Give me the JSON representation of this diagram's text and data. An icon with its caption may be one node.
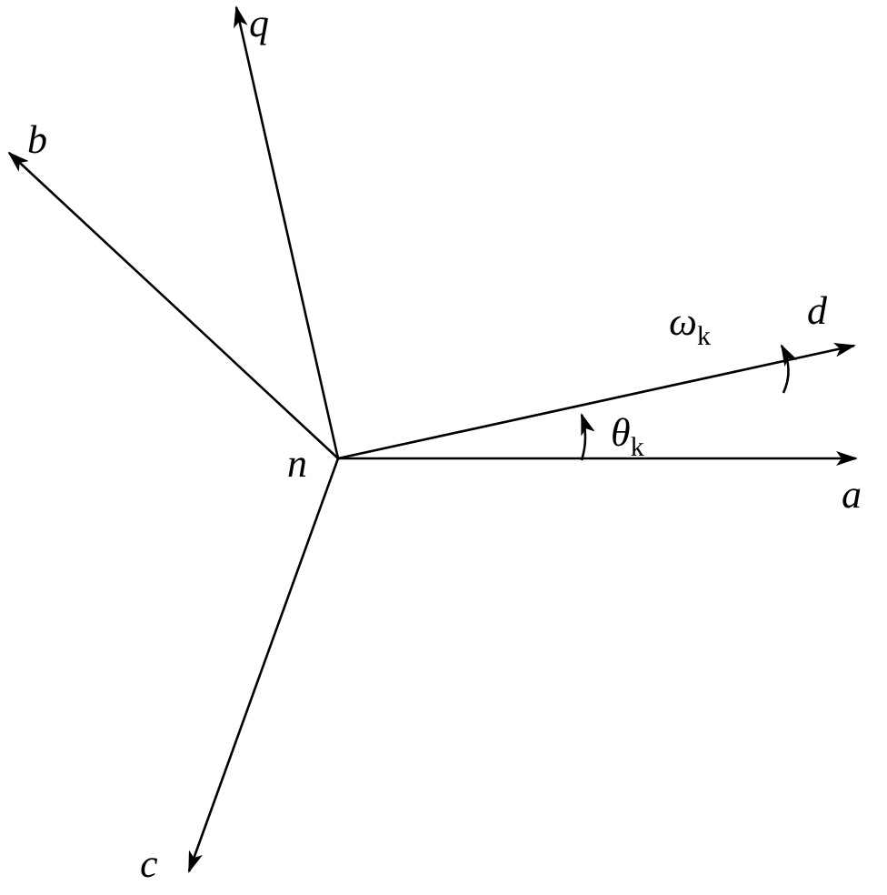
{
  "diagram": {
    "nodes": [
      {
        "text": [
          "n"
        ]
      },
      {
        "text": [
          "q"
        ]
      },
      {
        "text": [
          "b"
        ]
      },
      {
        "text": [
          "d"
        ]
      },
      {
        "text": [
          "a"
        ]
      },
      {
        "text": [
          "c"
        ]
      }
    ],
    "edges": [
      {
        "from": 0,
        "to": 1,
        "arrow": "to"
      },
      {
        "from": 0,
        "to": 2,
        "arrow": "to"
      },
      {
        "from": 0,
        "to": 3,
        "arrow": "to"
      },
      {
        "from": 0,
        "to": 4,
        "arrow": "to"
      },
      {
        "from": 0,
        "to": 5,
        "arrow": "to"
      }
    ],
    "labels": [
      "ω$_{k}$",
      "θ$_{k}$"
    ]
  }
}
